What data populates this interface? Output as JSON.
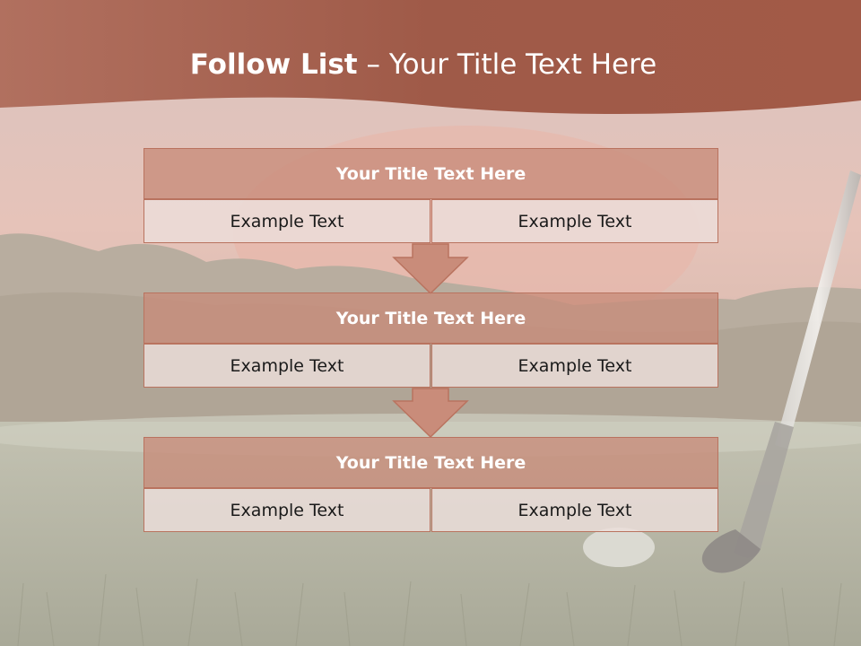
{
  "slide": {
    "title_bold": "Follow List",
    "title_rest": " – Your Title Text Here"
  },
  "steps": [
    {
      "title": "Your Title Text Here",
      "left": "Example Text",
      "right": "Example Text"
    },
    {
      "title": "Your Title Text Here",
      "left": "Example Text",
      "right": "Example Text"
    },
    {
      "title": "Your Title Text Here",
      "left": "Example Text",
      "right": "Example Text"
    }
  ],
  "colors": {
    "header_band": "#a9614e",
    "box_fill": "#c98c7a",
    "box_border": "#b9735f",
    "cell_fill": "#ecdeda"
  },
  "icons": [
    "golf-course-background",
    "golf-club-image",
    "down-arrow-icon"
  ]
}
